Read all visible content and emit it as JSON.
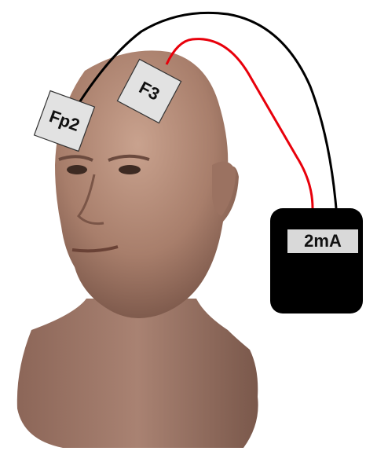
{
  "electrodes": {
    "fp2": "Fp2",
    "f3": "F3"
  },
  "stimulator": {
    "current": "2mA"
  },
  "colors": {
    "anode_wire": "#e8000b",
    "cathode_wire": "#000000",
    "stimulator_body": "#000000",
    "label_box": "#d9d9d9",
    "electrode_pad": "#e2e2e2"
  }
}
